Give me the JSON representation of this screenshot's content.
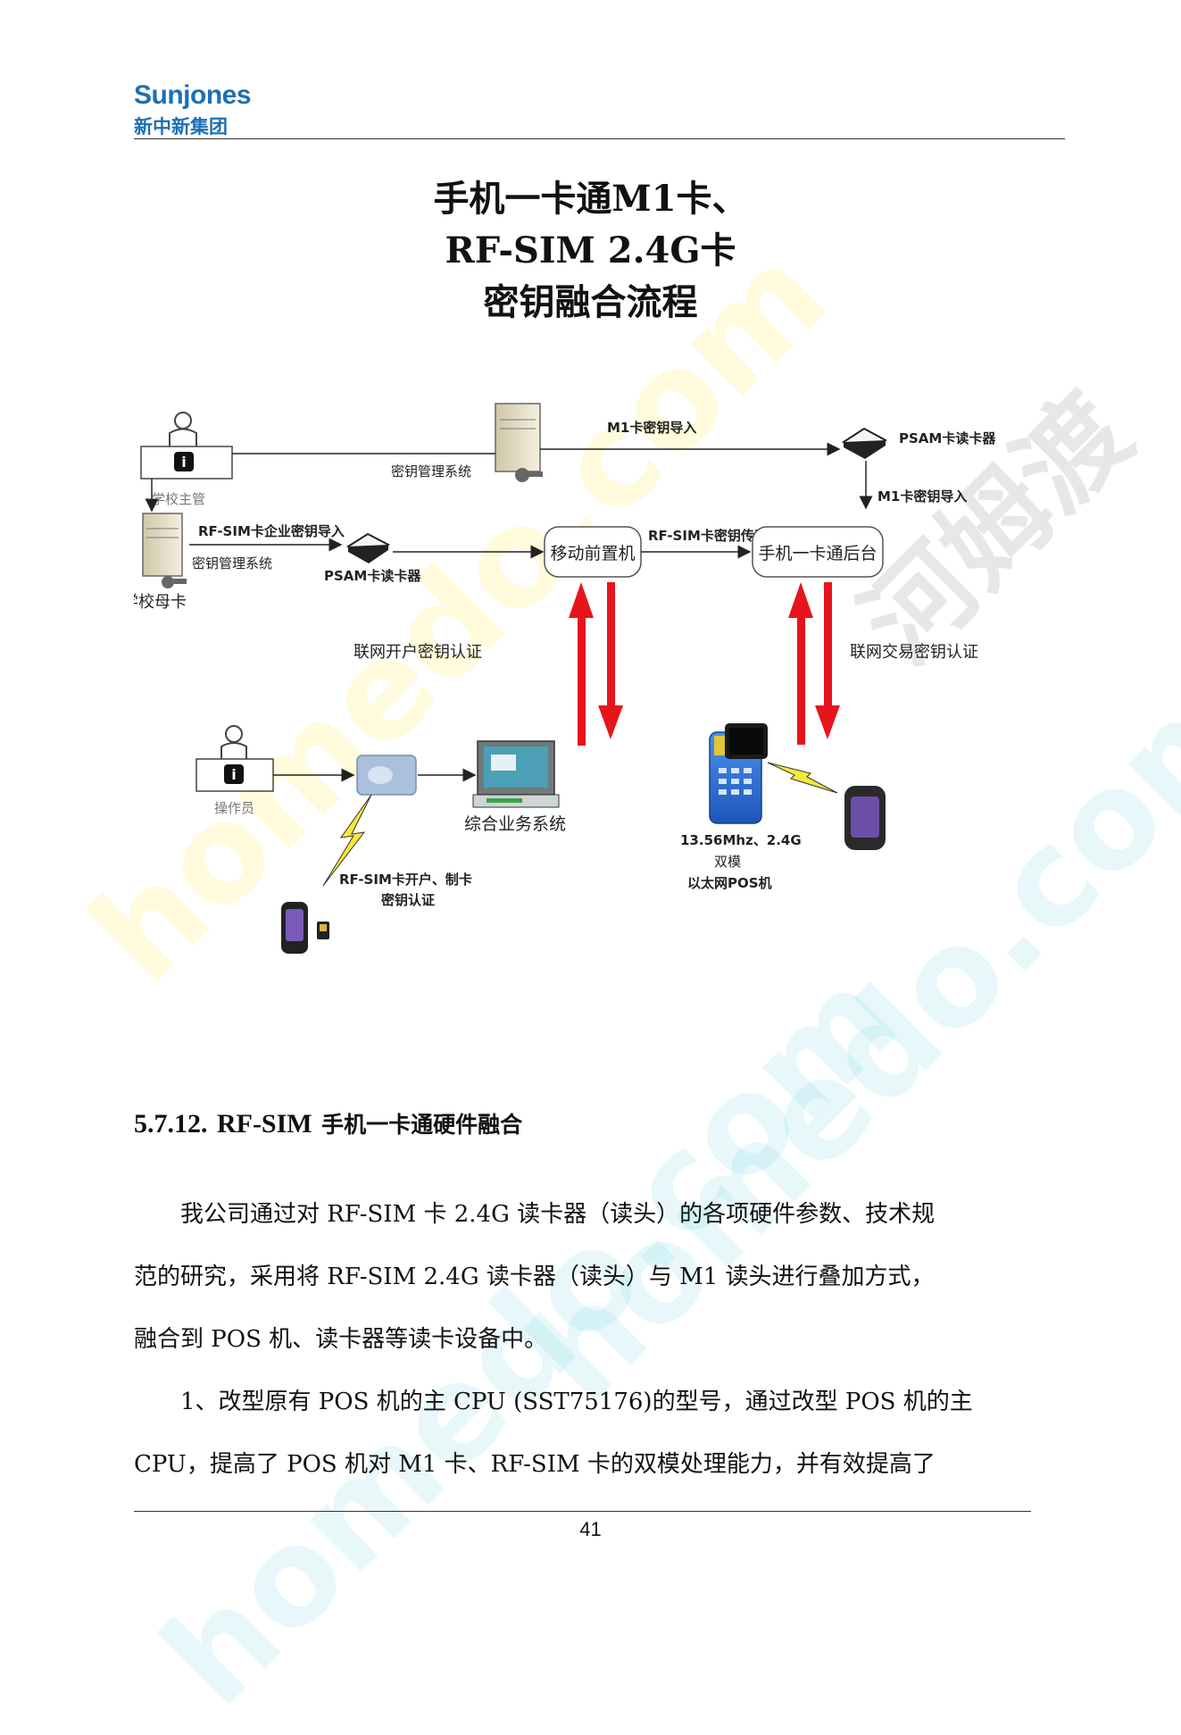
{
  "header": {
    "logo_en": "Sunjones",
    "logo_zh": "新中新集团"
  },
  "diagram": {
    "title_lines": [
      "手机一卡通M1卡、",
      "RF-SIM 2.4G卡",
      "密钥融合流程"
    ],
    "labels": {
      "school_supervisor": "学校主管",
      "key_mgmt_top": "密钥管理系统",
      "m1_import_top": "M1卡密钥导入",
      "psam_reader_top": "PSAM卡读卡器",
      "m1_import_right": "M1卡密钥导入",
      "rfsim_enterprise_import": "RF-SIM卡企业密钥导入",
      "key_mgmt_left": "密钥管理系统",
      "school_master_card": "学校母卡",
      "psam_reader_mid": "PSAM卡读卡器",
      "mobile_front": "移动前置机",
      "rfsim_key_transfer": "RF-SIM卡密钥传递",
      "phone_backend": "手机一卡通后台",
      "online_open_auth": "联网开户密钥认证",
      "online_trade_auth": "联网交易密钥认证",
      "operator": "操作员",
      "integrated_system": "综合业务系统",
      "rfsim_open_card_1": "RF-SIM卡开户、制卡",
      "rfsim_open_card_2": "密钥认证",
      "pos_1": "13.56Mhz、2.4G",
      "pos_2": "双模",
      "pos_3": "以太网POS机"
    }
  },
  "section": {
    "number": "5.7.12.",
    "title_en": "RF-SIM",
    "title_zh": "手机一卡通硬件融合"
  },
  "body": {
    "p1_lines": [
      "我公司通过对 RF-SIM 卡 2.4G 读卡器（读头）的各项硬件参数、技术规",
      "范的研究，采用将 RF-SIM 2.4G 读卡器（读头）与 M1 读头进行叠加方式，",
      "融合到 POS 机、读卡器等读卡设备中。"
    ],
    "p2_lines": [
      "1、改型原有 POS 机的主 CPU (SST75176)的型号，通过改型 POS 机的主",
      "CPU，提高了 POS 机对 M1 卡、RF-SIM 卡的双模处理能力，并有效提高了"
    ]
  },
  "footer": {
    "page_number": "41"
  },
  "watermark": {
    "text_1": "homedo.com",
    "text_2": "河姆渡"
  },
  "colors": {
    "brand_blue": "#1c6fb5",
    "arrow_red": "#e8141c",
    "pos_blue": "#2a6fd6"
  }
}
